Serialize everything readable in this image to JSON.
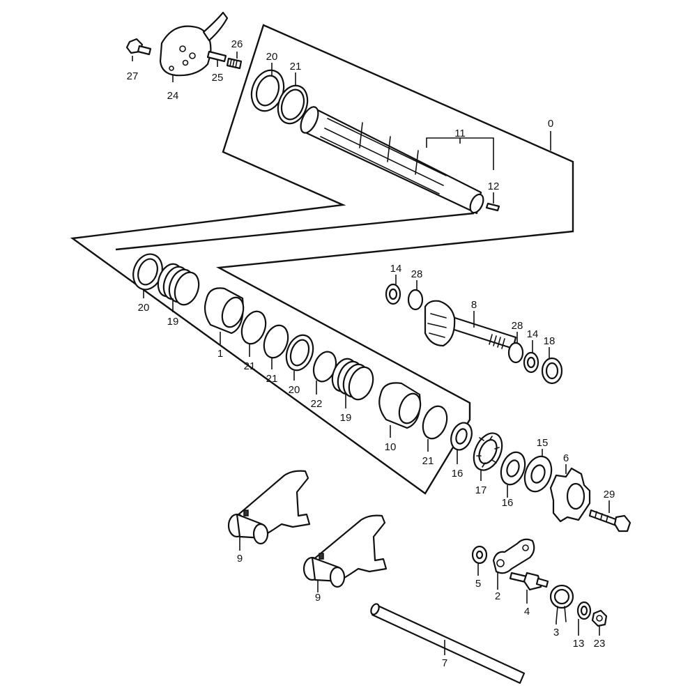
{
  "labels": {
    "p0": "0",
    "p1": "1",
    "p2": "2",
    "p3": "3",
    "p4": "4",
    "p5": "5",
    "p6": "6",
    "p7": "7",
    "p8": "8",
    "p9a": "9",
    "p9b": "9",
    "p10": "10",
    "p11": "11",
    "p12": "12",
    "p13": "13",
    "p14a": "14",
    "p14b": "14",
    "p15": "15",
    "p16a": "16",
    "p16b": "16",
    "p17": "17",
    "p18": "18",
    "p19a": "19",
    "p19b": "19",
    "p20a": "20",
    "p20b": "20",
    "p20c": "20",
    "p21a": "21",
    "p21b": "21",
    "p21c": "21",
    "p21d": "21",
    "p22": "22",
    "p23": "23",
    "p24": "24",
    "p25": "25",
    "p26": "26",
    "p27": "27",
    "p28a": "28",
    "p28b": "28",
    "p29": "29"
  }
}
